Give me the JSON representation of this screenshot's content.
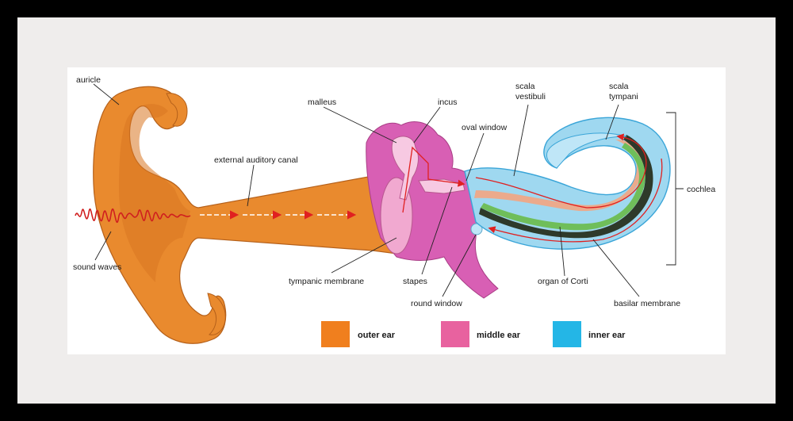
{
  "labels": {
    "auricle": "auricle",
    "external_auditory_canal": "external auditory canal",
    "sound_waves": "sound waves",
    "malleus": "malleus",
    "incus": "incus",
    "oval_window": "oval window",
    "scala_vestibuli_1": "scala",
    "scala_vestibuli_2": "vestibuli",
    "scala_tympani_1": "scala",
    "scala_tympani_2": "tympani",
    "cochlea": "cochlea",
    "tympanic_membrane": "tympanic membrane",
    "stapes": "stapes",
    "round_window": "round window",
    "organ_of_corti": "organ of Corti",
    "basilar_membrane": "basilar membrane"
  },
  "legend": [
    {
      "label": "outer ear",
      "color": "#f07f1e"
    },
    {
      "label": "middle ear",
      "color": "#e8629f"
    },
    {
      "label": "inner ear",
      "color": "#24b6e6"
    }
  ],
  "colors": {
    "outer_ear": "#e98a2e",
    "middle_ear": "#d85fb4",
    "inner_ear": "#9fd8f0",
    "arrows": "#e02020",
    "frame": "#000000",
    "mat": "#efedec"
  }
}
